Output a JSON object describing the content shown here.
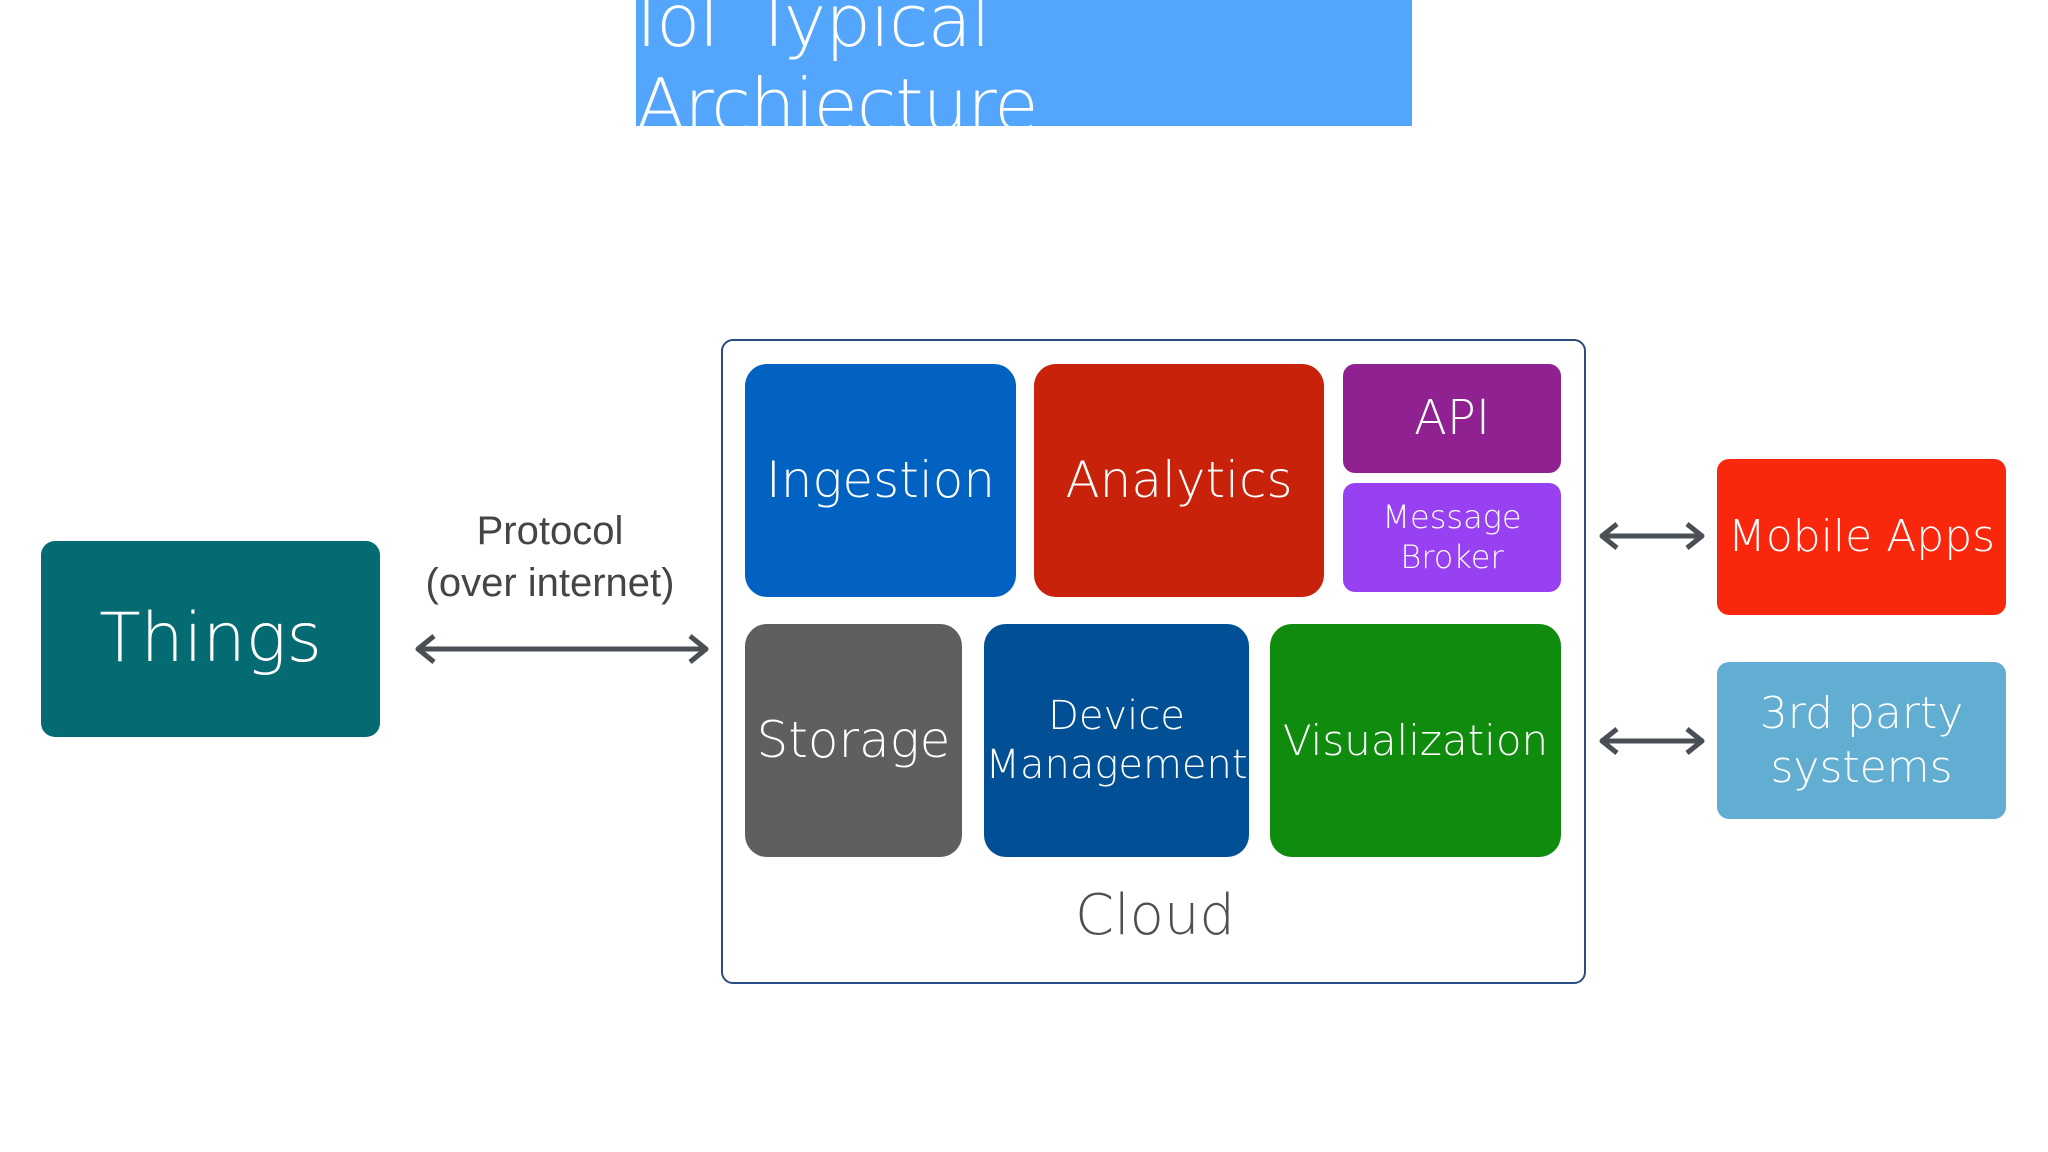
{
  "title": "IoT Typical Archiecture",
  "things": {
    "label": "Things"
  },
  "protocol": {
    "line1": "Protocol",
    "line2": "(over internet)"
  },
  "cloud": {
    "label": "Cloud",
    "ingestion": "Ingestion",
    "analytics": "Analytics",
    "api": "API",
    "message_broker": {
      "line1": "Message",
      "line2": "Broker"
    },
    "storage": "Storage",
    "device_management": {
      "line1": "Device",
      "line2": "Management"
    },
    "visualization": "Visualization"
  },
  "consumers": {
    "mobile_apps": "Mobile Apps",
    "third_party": {
      "line1": "3rd party",
      "line2": "systems"
    }
  },
  "colors": {
    "title_banner": "#53a6fb",
    "things": "#046b73",
    "ingestion": "#0162c1",
    "analytics": "#c8220a",
    "api": "#8f2191",
    "message_broker": "#9841f2",
    "storage": "#5f5f5f",
    "device_management": "#014f94",
    "visualization": "#0f8b0e",
    "mobile_apps": "#f9280c",
    "third_party": "#62add2",
    "arrow": "#4a4f55",
    "cloud_border": "#2a4c7e"
  }
}
